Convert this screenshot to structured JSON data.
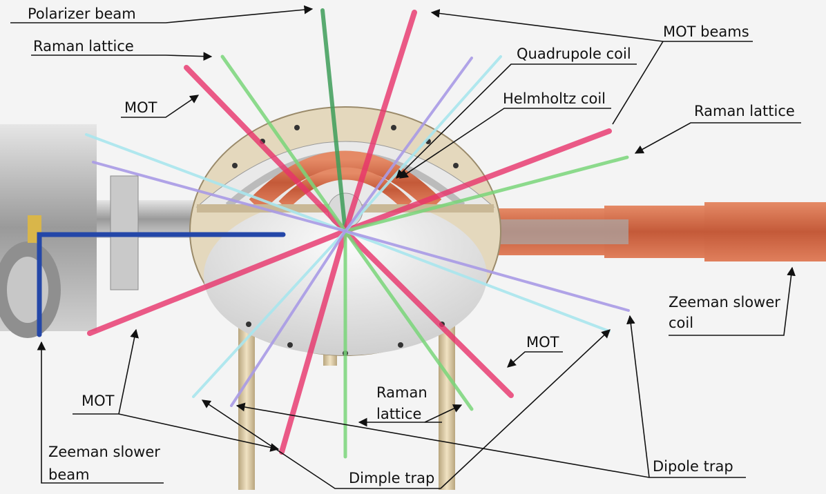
{
  "labels": {
    "polarizer_beam": "Polarizer beam",
    "raman_lattice_top_left": "Raman lattice",
    "mot_left": "MOT",
    "mot_beams": "MOT beams",
    "quadrupole_coil": "Quadrupole coil",
    "helmholtz_coil": "Helmholtz coil",
    "raman_lattice_right": "Raman lattice",
    "zeeman_slower_coil_line1": "Zeeman slower",
    "zeeman_slower_coil_line2": "coil",
    "mot_lower_right": "MOT",
    "mot_lower_left": "MOT",
    "raman_lattice_bottom_line1": "Raman",
    "raman_lattice_bottom_line2": "lattice",
    "zeeman_slower_beam_line1": "Zeeman slower",
    "zeeman_slower_beam_line2": "beam",
    "dimple_trap": "Dimple trap",
    "dipole_trap": "Dipole trap"
  },
  "colors": {
    "mot_beam": "#e8336b",
    "raman_beam": "#7ad67a",
    "polarizer_beam": "#3e9e5a",
    "dipole_beam": "#a9e6ee",
    "dimple_beam": "#a99be6",
    "zeeman_beam": "#2447a8",
    "copper": "#d6714f",
    "brass": "#d9c9a6",
    "steel": "#bdbdbd"
  }
}
